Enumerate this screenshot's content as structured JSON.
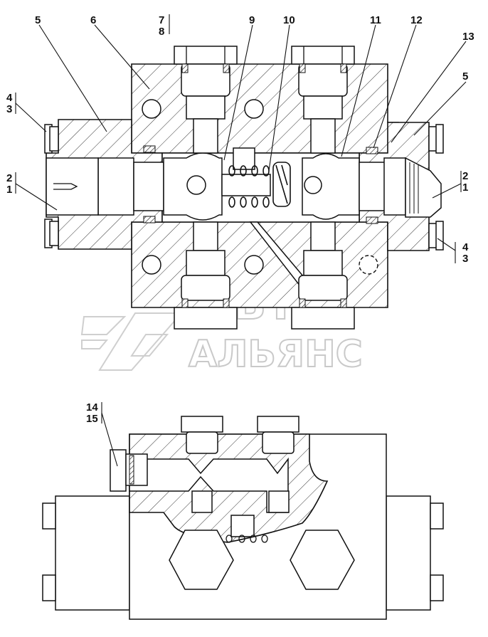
{
  "watermark": {
    "line1": "АВТО",
    "line2": "АЛЬЯНС"
  },
  "callouts": [
    {
      "id": "c5l",
      "text": "5"
    },
    {
      "id": "c6",
      "text": "6"
    },
    {
      "id": "c7",
      "text": "7"
    },
    {
      "id": "c8",
      "text": "8"
    },
    {
      "id": "c9",
      "text": "9"
    },
    {
      "id": "c10",
      "text": "10"
    },
    {
      "id": "c11",
      "text": "11"
    },
    {
      "id": "c12",
      "text": "12"
    },
    {
      "id": "c13",
      "text": "13"
    },
    {
      "id": "c5r",
      "text": "5"
    },
    {
      "id": "c4l",
      "text": "4"
    },
    {
      "id": "c3l",
      "text": "3"
    },
    {
      "id": "c2l",
      "text": "2"
    },
    {
      "id": "c1l",
      "text": "1"
    },
    {
      "id": "c2r",
      "text": "2"
    },
    {
      "id": "c1r",
      "text": "1"
    },
    {
      "id": "c4r",
      "text": "4"
    },
    {
      "id": "c3r",
      "text": "3"
    },
    {
      "id": "c14",
      "text": "14"
    },
    {
      "id": "c15",
      "text": "15"
    }
  ]
}
